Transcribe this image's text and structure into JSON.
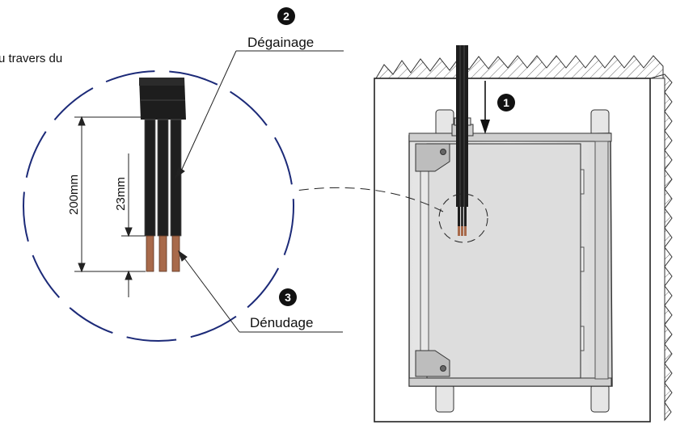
{
  "annotations": {
    "top_text": "u travers du",
    "step1_number": "1",
    "step2_number": "2",
    "step3_number": "3",
    "step2_label": "Dégainage",
    "step3_label": "Dénudage",
    "dim_outer": "200mm",
    "dim_inner": "23mm"
  },
  "colors": {
    "callout_circle": "#1c2a78",
    "copper": "#a86a4b",
    "wire_black": "#1d1d1d",
    "panel_grey": "#dcdcdc"
  }
}
